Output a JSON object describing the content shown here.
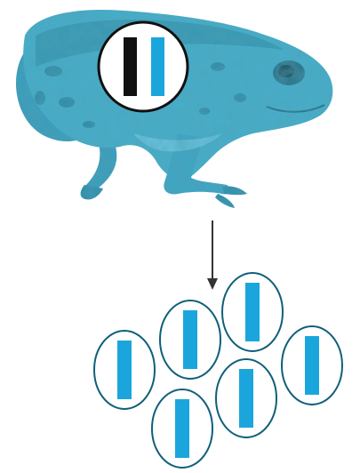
{
  "colors": {
    "frog_body": "#3ea6c4",
    "frog_dark": "#2b7f9c",
    "frog_light": "#7fd0e6",
    "chromosome_dark": "#111111",
    "chromosome_blue": "#1aa6dc",
    "outline": "#0f5f7a",
    "arrow": "#333333",
    "cell_fill": "#ffffff"
  },
  "icons": {
    "parent": "frog-icon",
    "pointer": "arrow-down-icon"
  },
  "parent_cell": {
    "chromosomes": [
      "dark",
      "blue"
    ]
  },
  "gametes": {
    "count": 6,
    "chromosome_color": "blue"
  }
}
